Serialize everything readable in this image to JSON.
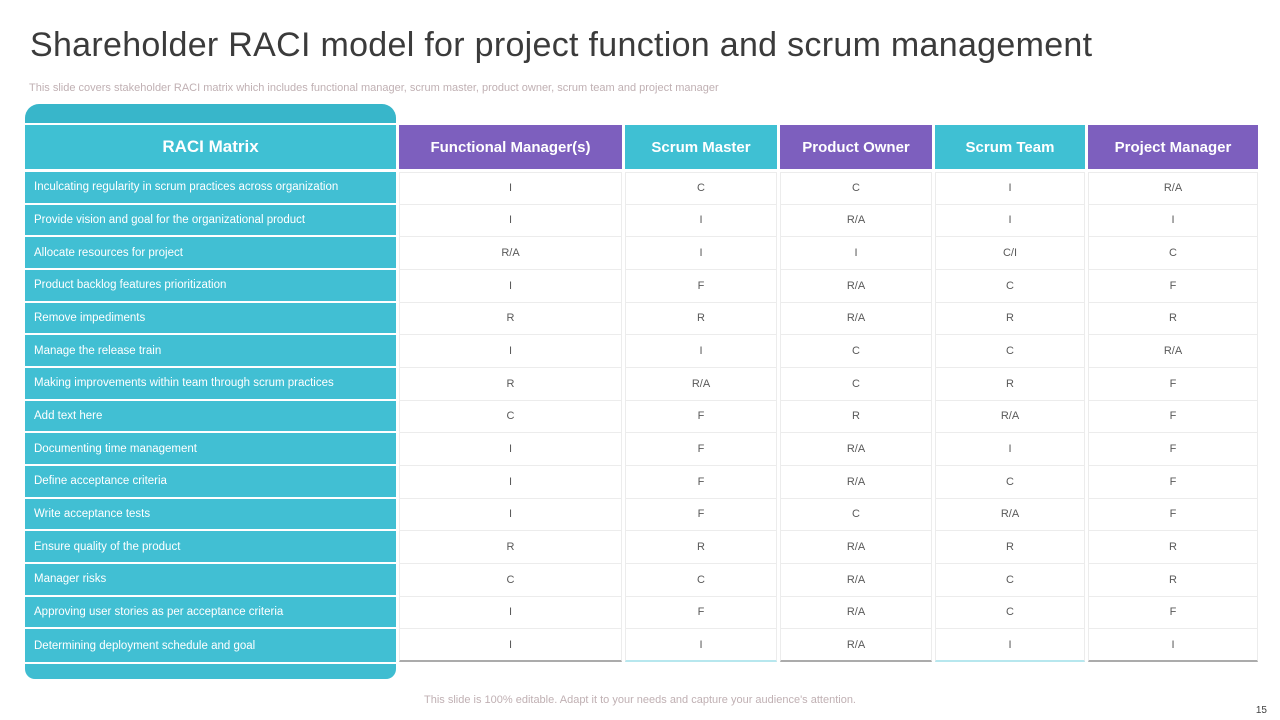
{
  "slide": {
    "title": "Shareholder RACI model for project function and scrum management",
    "subtitle": "This slide covers stakeholder RACI matrix which includes functional manager, scrum master, product owner, scrum team and project manager",
    "footer_note": "This slide is 100% editable. Adapt it to your needs and capture your audience's attention.",
    "page_number": "15"
  },
  "colors": {
    "teal": "#3FC0D3",
    "teal_cap": "#38B6CA",
    "purple": "#7D5FBE",
    "value_text": "#595959",
    "muted_text": "#C0B0B3",
    "grid_line": "#ECECEC"
  },
  "table": {
    "columns": [
      "RACI Matrix",
      "Functional Manager(s)",
      "Scrum Master",
      "Product Owner",
      "Scrum Team",
      "Project Manager"
    ],
    "header_colors": [
      "teal",
      "purple",
      "teal",
      "purple",
      "teal",
      "purple"
    ],
    "rows": [
      {
        "label": "Inculcating regularity in scrum practices across organization",
        "values": [
          "I",
          "C",
          "C",
          "I",
          "R/A"
        ]
      },
      {
        "label": "Provide vision and goal for the organizational product",
        "values": [
          "I",
          "I",
          "R/A",
          "I",
          "I"
        ]
      },
      {
        "label": "Allocate resources for project",
        "values": [
          "R/A",
          "I",
          "I",
          "C/I",
          "C"
        ]
      },
      {
        "label": "Product backlog features prioritization",
        "values": [
          "I",
          "F",
          "R/A",
          "C",
          "F"
        ]
      },
      {
        "label": "Remove impediments",
        "values": [
          "R",
          "R",
          "R/A",
          "R",
          "R"
        ]
      },
      {
        "label": "Manage the release train",
        "values": [
          "I",
          "I",
          "C",
          "C",
          "R/A"
        ]
      },
      {
        "label": "Making improvements within team through scrum practices",
        "values": [
          "R",
          "R/A",
          "C",
          "R",
          "F"
        ]
      },
      {
        "label": "Add text here",
        "values": [
          "C",
          "F",
          "R",
          "R/A",
          "F"
        ]
      },
      {
        "label": "Documenting time management",
        "values": [
          "I",
          "F",
          "R/A",
          "I",
          "F"
        ]
      },
      {
        "label": "Define acceptance criteria",
        "values": [
          "I",
          "F",
          "R/A",
          "C",
          "F"
        ]
      },
      {
        "label": "Write acceptance tests",
        "values": [
          "I",
          "F",
          "C",
          "R/A",
          "F"
        ]
      },
      {
        "label": "Ensure quality of the product",
        "values": [
          "R",
          "R",
          "R/A",
          "R",
          "R"
        ]
      },
      {
        "label": "Manager risks",
        "values": [
          "C",
          "C",
          "R/A",
          "C",
          "R"
        ]
      },
      {
        "label": "Approving user stories as per acceptance criteria",
        "values": [
          "I",
          "F",
          "R/A",
          "C",
          "F"
        ]
      },
      {
        "label": "Determining deployment schedule and goal",
        "values": [
          "I",
          "I",
          "R/A",
          "I",
          "I"
        ]
      }
    ]
  }
}
